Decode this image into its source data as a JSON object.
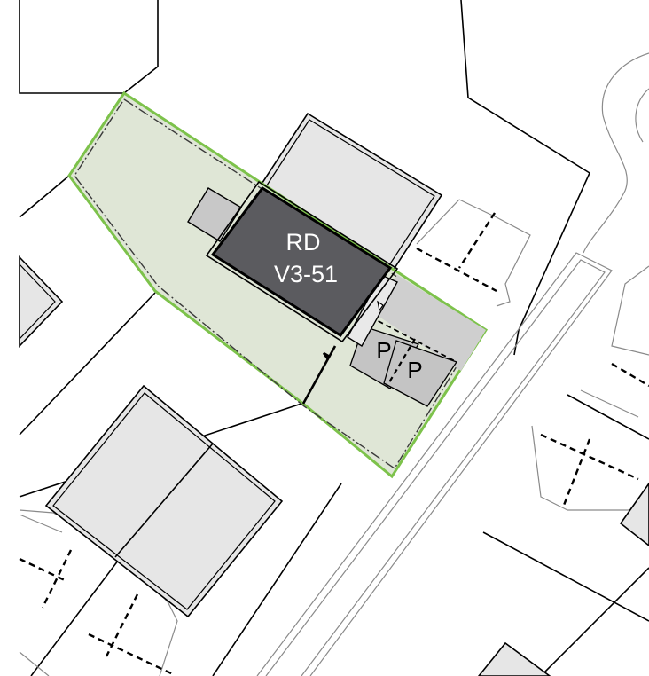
{
  "plot": {
    "building_label_line1": "RD",
    "building_label_line2": "V3-51",
    "parking_label_1": "P",
    "parking_label_2": "P"
  },
  "colors": {
    "background": "#ffffff",
    "line": "#000000",
    "plot_fill": "#dfe6d6",
    "plot_border": "#7dc24b",
    "building_fill": "#5b5b5f",
    "building_label": "#ffffff",
    "neighbour_fill": "#e6e6e6",
    "outbuilding_fill": "#c8c8c8",
    "parking_area_fill": "#cfcfcf",
    "parking_bay_fill": "#c4c4c4",
    "road_line": "#8a8a8a"
  }
}
